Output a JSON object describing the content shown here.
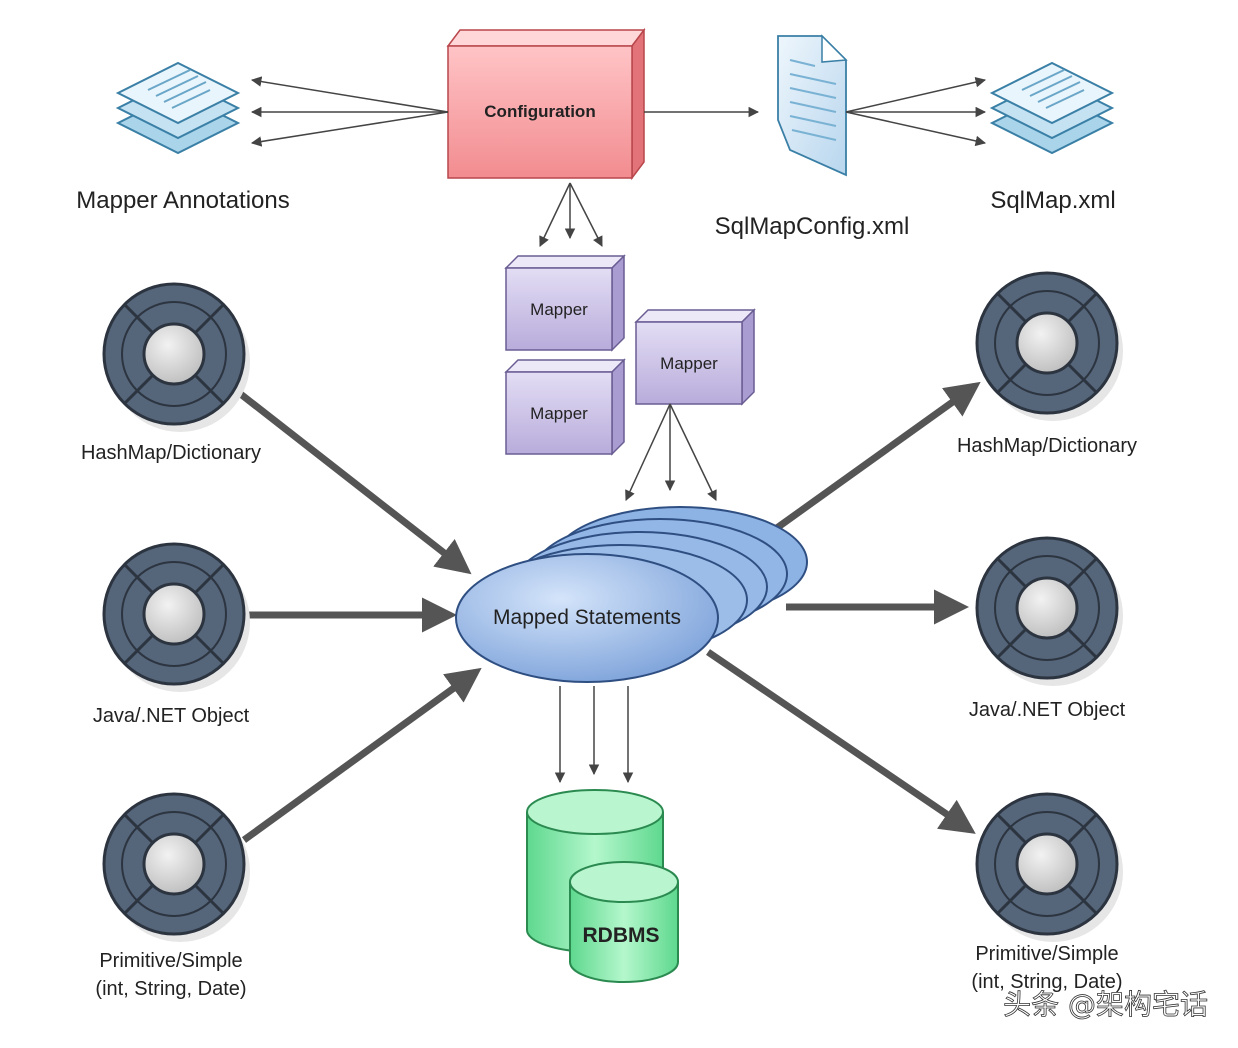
{
  "labels": {
    "configuration": "Configuration",
    "mapper_annotations": "Mapper Annotations",
    "sqlmapconfig": "SqlMapConfig.xml",
    "sqlmap": "SqlMap.xml",
    "mapper_1": "Mapper",
    "mapper_2": "Mapper",
    "mapper_3": "Mapper",
    "mapped_statements": "Mapped Statements",
    "rdbms": "RDBMS",
    "left_hashmap": "HashMap/Dictionary",
    "left_java": "Java/.NET Object",
    "left_primitive_1": "Primitive/Simple",
    "left_primitive_2": "(int, String, Date)",
    "right_hashmap": "HashMap/Dictionary",
    "right_java": "Java/.NET Object",
    "right_primitive_1": "Primitive/Simple",
    "right_primitive_2": "(int, String, Date)",
    "watermark": "头条 @架构宅话"
  },
  "colors": {
    "configuration_fill": "#f3a0a3",
    "mapper_fill": "#c9c0e4",
    "statements_fill": "#9dbbe6",
    "rdbms_fill": "#7ee8a6",
    "doc_fill": "#cfe3f3",
    "ring_dark": "#4a5a6e",
    "arrow": "#555555"
  },
  "icons": {
    "parameter_type": "ring-icon",
    "document": "document-icon",
    "document_stack": "document-stack-icon",
    "database": "database-icon"
  }
}
